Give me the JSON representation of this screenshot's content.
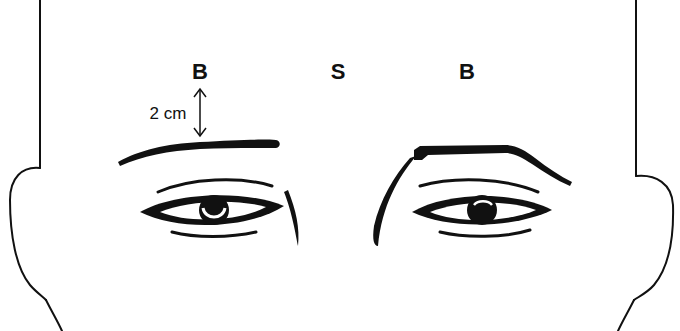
{
  "diagram": {
    "labels": [
      "B",
      "S",
      "B",
      "2 cm"
    ]
  }
}
